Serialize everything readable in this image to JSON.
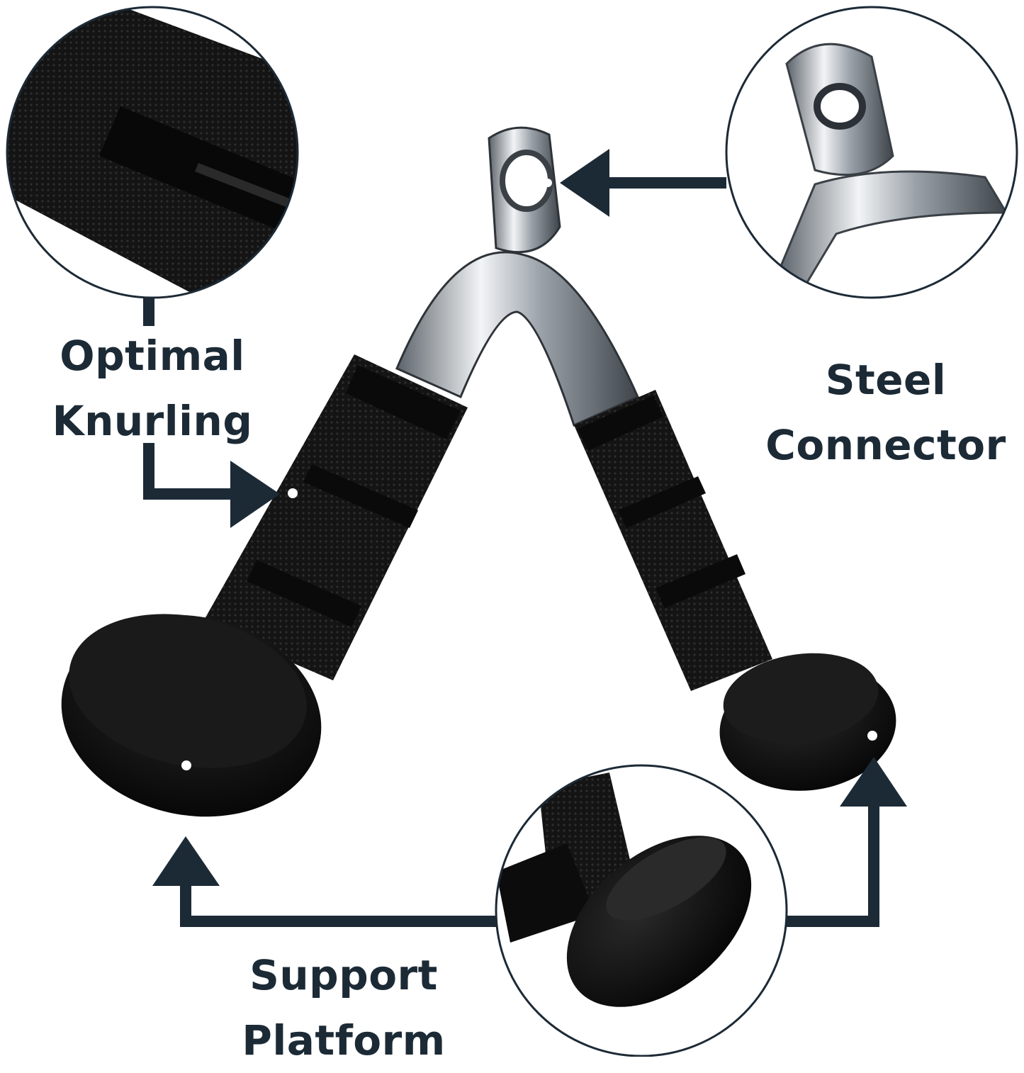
{
  "labels": {
    "knurling": {
      "line1": "Optimal",
      "line2": "Knurling"
    },
    "connector": {
      "line1": "Steel",
      "line2": "Connector"
    },
    "platform": {
      "line1": "Support",
      "line2": "Platform"
    }
  },
  "colors": {
    "background": "#ffffff",
    "text": "#1c2a36",
    "arrow": "#1c2a36",
    "grip": "#111111",
    "steel": "#c8cdd2"
  }
}
